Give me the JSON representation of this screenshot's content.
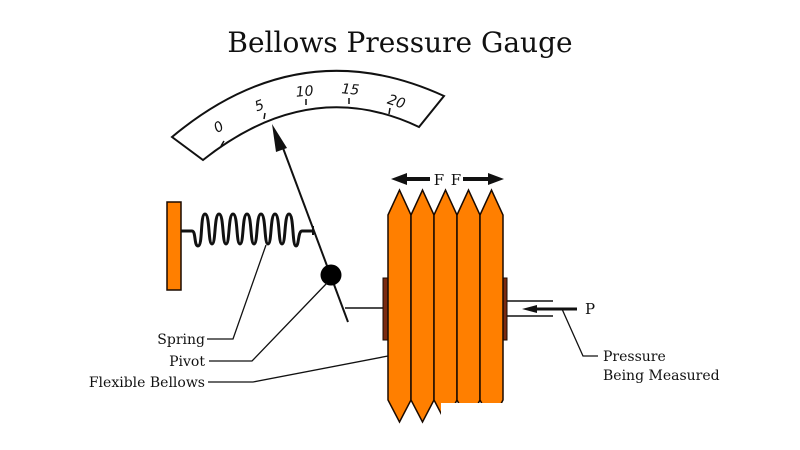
{
  "title": "Bellows Pressure Gauge",
  "gauge": {
    "scale_labels": [
      "0",
      "5",
      "10",
      "15",
      "20"
    ],
    "pointer_reading": 6.5
  },
  "labels": {
    "spring": "Spring",
    "pivot": "Pivot",
    "bellows": "Flexible Bellows",
    "force_left": "F",
    "force_right": "F",
    "pressure_symbol": "P",
    "pressure_line1": "Pressure",
    "pressure_line2": "Being Measured"
  },
  "colors": {
    "bellows_fill": "#ff7f00",
    "outline": "#1a0a00",
    "flange": "#7a2a10"
  }
}
